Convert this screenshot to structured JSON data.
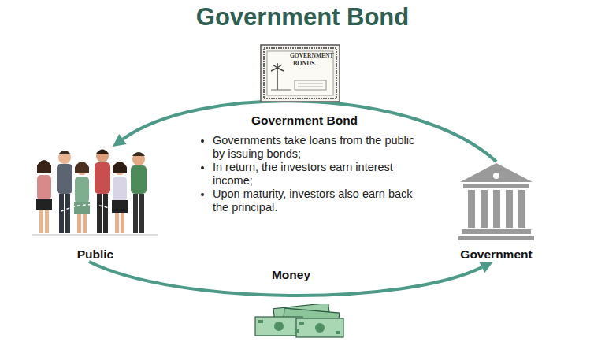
{
  "diagram": {
    "title": "Government Bond",
    "nodes": [
      {
        "text": [
          "Public"
        ]
      },
      {
        "text": [
          "Government"
        ]
      }
    ],
    "edges": [
      {
        "from": 1,
        "to": 0,
        "arrow": "to",
        "label": "Government Bond"
      },
      {
        "from": 0,
        "to": 1,
        "arrow": "to",
        "label": "Money"
      }
    ],
    "labels": [
      "Governments take loans from the public by issuing bonds;",
      "In return, the investors earn interest income;",
      "Upon maturity, investors also earn back the principal.",
      "GOVERNMENT",
      "BONDS."
    ]
  }
}
